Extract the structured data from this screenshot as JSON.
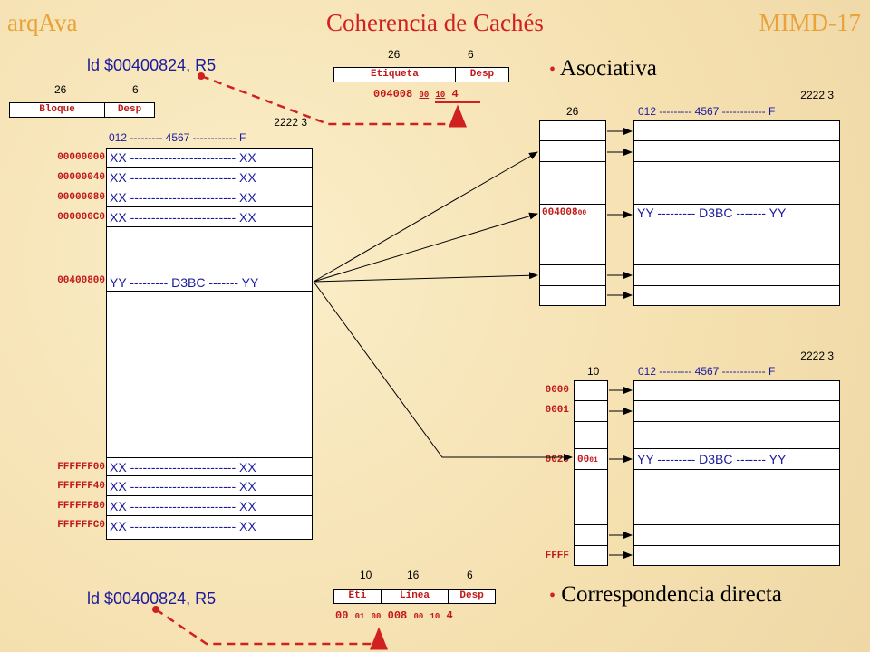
{
  "header": {
    "left": "arqAva",
    "title": "Coherencia de Cachés",
    "right": "MIMD-17"
  },
  "instruction": "ld $00400824, R5",
  "mem_format": {
    "bits": [
      "26",
      "6"
    ],
    "fields": [
      "Bloque",
      "Desp"
    ]
  },
  "mem_cols": {
    "top": "2222            3",
    "bottom": "012 ---------  4567 ------------ F"
  },
  "memory": {
    "top_rows": [
      {
        "addr": "00000000",
        "content": "XX ------------------------- XX"
      },
      {
        "addr": "00000040",
        "content": "XX ------------------------- XX"
      },
      {
        "addr": "00000080",
        "content": "XX ------------------------- XX"
      },
      {
        "addr": "000000C0",
        "content": "XX ------------------------- XX"
      }
    ],
    "mid_row": {
      "addr": "00400800",
      "content": "YY --------- D3BC ------- YY"
    },
    "bottom_rows": [
      {
        "addr": "FFFFFF00",
        "content": "XX ------------------------- XX"
      },
      {
        "addr": "FFFFFF40",
        "content": "XX ------------------------- XX"
      },
      {
        "addr": "FFFFFF80",
        "content": "XX ------------------------- XX"
      },
      {
        "addr": "FFFFFFC0",
        "content": "XX ------------------------- XX"
      }
    ]
  },
  "assoc": {
    "bullet": "Asociativa",
    "format_bits": [
      "26",
      "6"
    ],
    "format_fields": [
      "Etiqueta",
      "Desp"
    ],
    "address_main": "004008",
    "address_sub1": "00",
    "address_sub2": "10",
    "address_end": "4",
    "tag_bits": "26",
    "cols_top": "2222            3",
    "cols_bottom": "012 ---------  4567 ------------ F",
    "tag_value": "004008",
    "tag_sub": "00",
    "line_content": "YY --------- D3BC ------- YY"
  },
  "direct": {
    "bullet": "Correspondencia directa",
    "format_bits": [
      "10",
      "16",
      "6"
    ],
    "format_fields": [
      "Eti",
      "Línea",
      "Desp"
    ],
    "address_parts": [
      "00",
      "01",
      "00",
      "008",
      "00",
      "10",
      "4"
    ],
    "tag_bits": "10",
    "cols_top": "2222            3",
    "cols_bottom": "012 ---------  4567 ------------ F",
    "line_labels": [
      "0000",
      "0001",
      "0020",
      "FFFF"
    ],
    "tag_value": "00",
    "tag_sub": "01",
    "line_content": "YY --------- D3BC ------- YY"
  }
}
